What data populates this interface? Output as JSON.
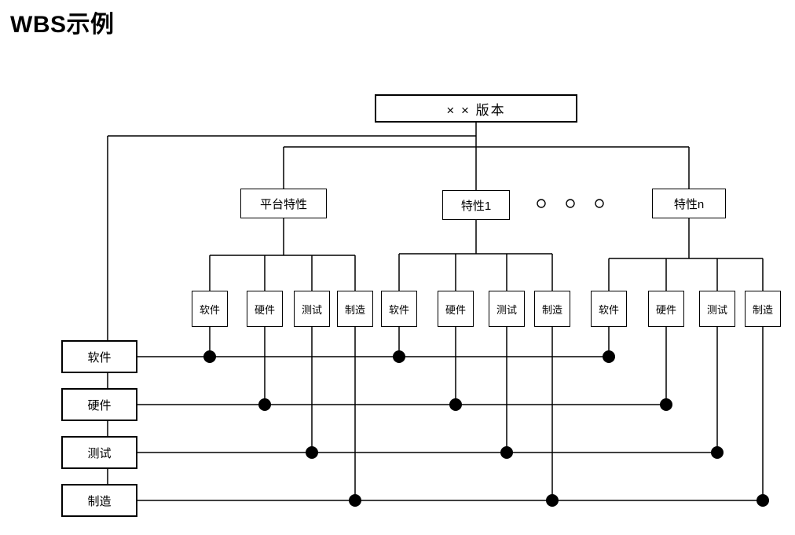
{
  "title": "WBS示例",
  "diagram": {
    "root_label": "× × 版本",
    "branches": [
      {
        "label": "平台特性",
        "children": [
          "软件",
          "硬件",
          "测试",
          "制造"
        ]
      },
      {
        "label": "特性1",
        "children": [
          "软件",
          "硬件",
          "测试",
          "制造"
        ]
      },
      {
        "label": "特性n",
        "children": [
          "软件",
          "硬件",
          "测试",
          "制造"
        ]
      }
    ],
    "ellipsis_circles": 3,
    "legend_rows": [
      "软件",
      "硬件",
      "测试",
      "制造"
    ],
    "colors": {
      "line": "#000000",
      "dot": "#000000",
      "background": "#ffffff",
      "text": "#000000"
    }
  }
}
